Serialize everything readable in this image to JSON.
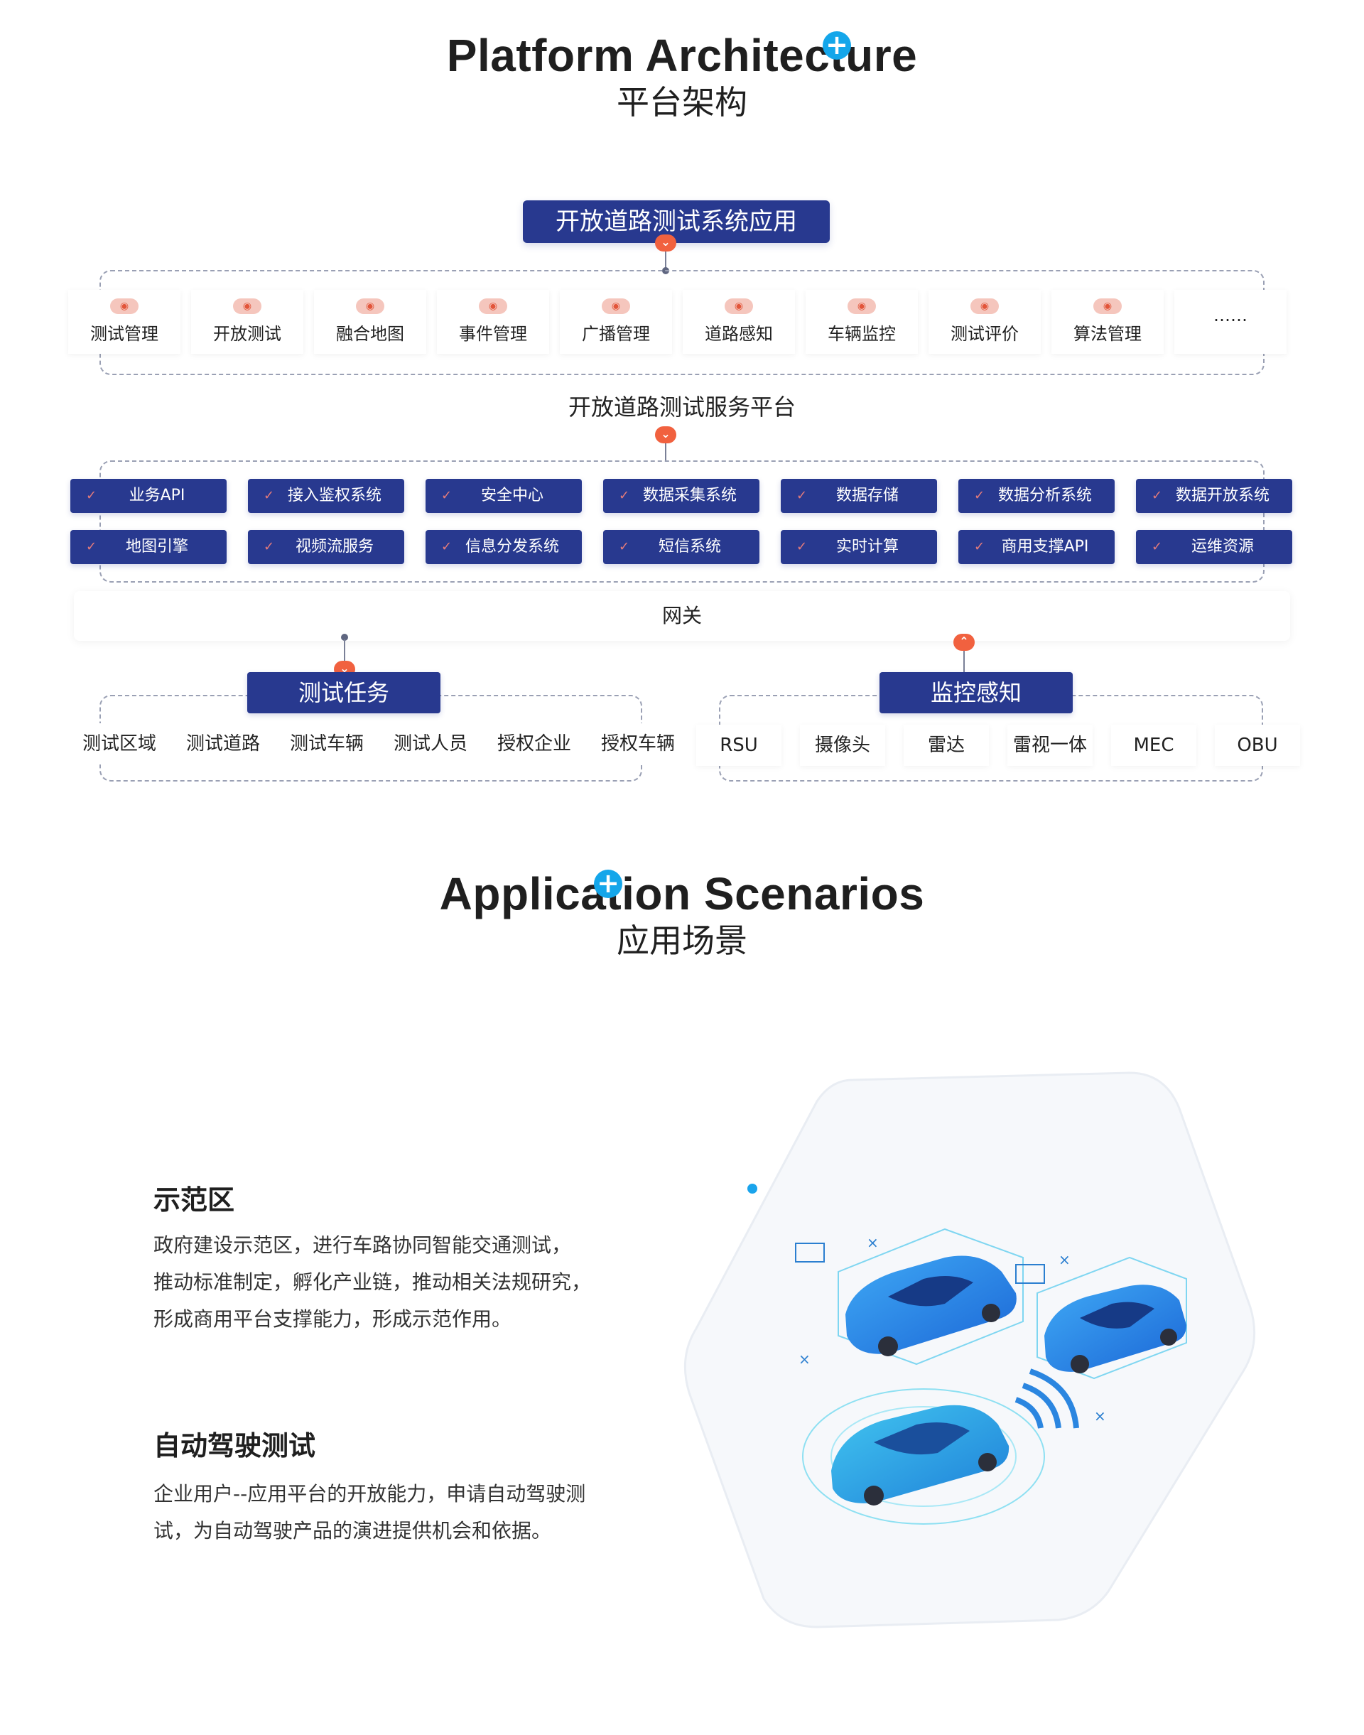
{
  "architecture": {
    "en_title": "Platform Architecture",
    "cn_title": "平台架构",
    "top_app": "开放道路测试系统应用",
    "modules": [
      {
        "label": "测试管理",
        "icon": "monitor-icon"
      },
      {
        "label": "开放测试",
        "icon": "gears-icon"
      },
      {
        "label": "融合地图",
        "icon": "map-pin-icon"
      },
      {
        "label": "事件管理",
        "icon": "chat-icon"
      },
      {
        "label": "广播管理",
        "icon": "broadcast-icon"
      },
      {
        "label": "道路感知",
        "icon": "radar-icon"
      },
      {
        "label": "车辆监控",
        "icon": "camera-icon"
      },
      {
        "label": "测试评价",
        "icon": "shield-icon"
      },
      {
        "label": "算法管理",
        "icon": "ai-icon"
      },
      {
        "label": "……",
        "icon": ""
      }
    ],
    "service_platform": "开放道路测试服务平台",
    "services_row1": [
      "业务API",
      "接入鉴权系统",
      "安全中心",
      "数据采集系统",
      "数据存储",
      "数据分析系统",
      "数据开放系统"
    ],
    "services_row2": [
      "地图引擎",
      "视频流服务",
      "信息分发系统",
      "短信系统",
      "实时计算",
      "商用支撑API",
      "运维资源"
    ],
    "gateway": "网关",
    "test_task": {
      "title": "测试任务",
      "items": [
        "测试区域",
        "测试道路",
        "测试车辆",
        "测试人员",
        "授权企业",
        "授权车辆"
      ]
    },
    "monitoring": {
      "title": "监控感知",
      "items": [
        "RSU",
        "摄像头",
        "雷达",
        "雷视一体",
        "MEC",
        "OBU"
      ]
    }
  },
  "scenarios": {
    "en_title": "Application Scenarios",
    "cn_title": "应用场景",
    "items": [
      {
        "title": "示范区",
        "lines": [
          "政府建设示范区，进行车路协同智能交通测试，",
          "推动标准制定，孵化产业链，推动相关法规研究，",
          "形成商用平台支撑能力，形成示范作用。"
        ]
      },
      {
        "title": "自动驾驶测试",
        "lines": [
          "企业用户--应用平台的开放能力，申请自动驾驶测",
          "试，为自动驾驶产品的演进提供机会和依据。"
        ]
      }
    ]
  },
  "colors": {
    "navy": "#28398f",
    "accent_red": "#f1613f",
    "accent_blue": "#14a6ea"
  }
}
